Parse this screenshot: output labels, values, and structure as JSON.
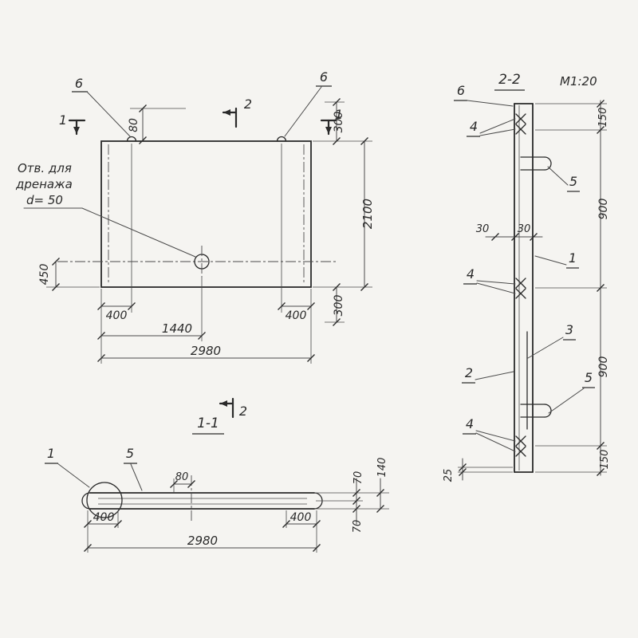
{
  "page": {
    "background": "#f5f4f1",
    "ink": "#2a2a2a",
    "ink_light": "#4a4a4a"
  },
  "plan_view": {
    "note": {
      "line1": "Отв. для",
      "line2": "дренажа",
      "line3": "d= 50"
    },
    "callouts": {
      "loop_left": "6",
      "loop_right": "6"
    },
    "section_marks": {
      "s1_left": "1",
      "s1_right": "1",
      "s2_top": "2",
      "s2_bottom": "2"
    },
    "dims": {
      "loop_offset": "80",
      "top_300": "300",
      "height": "2100",
      "bottom_300": "300",
      "hole_450": "450",
      "left_400": "400",
      "right_400": "400",
      "hole_1440": "1440",
      "width": "2980"
    }
  },
  "section_1_1": {
    "title": "1-1",
    "callouts": {
      "item1": "1",
      "item5": "5"
    },
    "dims": {
      "d80": "80",
      "t70_top": "70",
      "t140": "140",
      "t70_bottom": "70",
      "left_400": "400",
      "right_400": "400",
      "width": "2980"
    }
  },
  "section_2_2": {
    "title": "2-2",
    "scale": "М1:20",
    "callouts": {
      "item6": "6",
      "item4_top": "4",
      "item5_top": "5",
      "item1": "1",
      "item4_mid": "4",
      "item3": "3",
      "item2": "2",
      "item5_bottom": "5",
      "item4_bottom": "4"
    },
    "dims": {
      "top_150": "150",
      "d900_top": "900",
      "d30_left": "30",
      "d30_right": "30",
      "d900_bottom": "900",
      "bottom_150": "150",
      "d25": "25"
    }
  }
}
